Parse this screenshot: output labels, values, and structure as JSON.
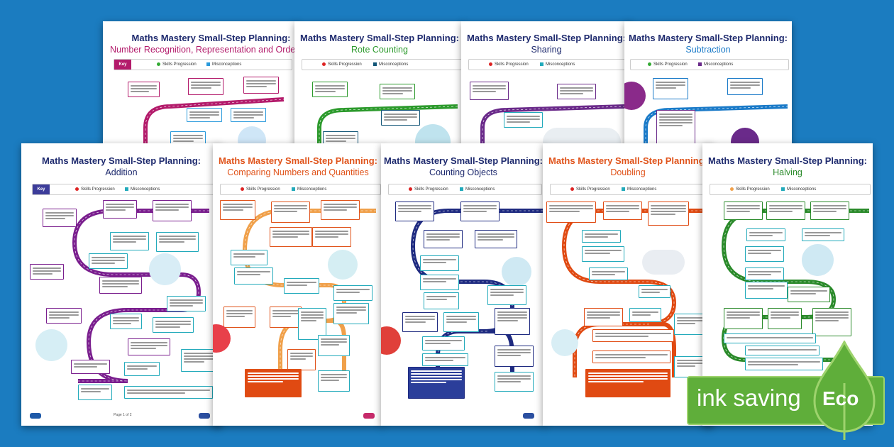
{
  "title_prefix": "Maths Mastery Small-Step Planning:",
  "key": {
    "label": "Key",
    "skills": "Skills Progression",
    "misconceptions": "Misconceptions"
  },
  "colors": {
    "background": "#1b7cc0",
    "navy": "#1e2a6e",
    "eco_green": "#5fae3a"
  },
  "sheets": [
    {
      "topic": "Number Recognition, Representation and Ordering",
      "color": "#b31b6b"
    },
    {
      "topic": "Rote Counting",
      "color": "#2c9a2c"
    },
    {
      "topic": "Sharing",
      "color": "#6a2a8a"
    },
    {
      "topic": "Subtraction",
      "color": "#1a7ac8"
    },
    {
      "topic": "Addition",
      "color": "#7a1e8e"
    },
    {
      "topic": "Comparing Numbers and Quantities",
      "color": "#e0531a"
    },
    {
      "topic": "Counting Objects",
      "color": "#1e2a80"
    },
    {
      "topic": "Doubling",
      "color": "#e04a12"
    },
    {
      "topic": "Halving",
      "color": "#2a8a2a"
    }
  ],
  "page_label": "Page 1 of 2",
  "eco_badge": {
    "text": "ink saving",
    "eco": "Eco",
    "icon": "leaf-icon"
  }
}
